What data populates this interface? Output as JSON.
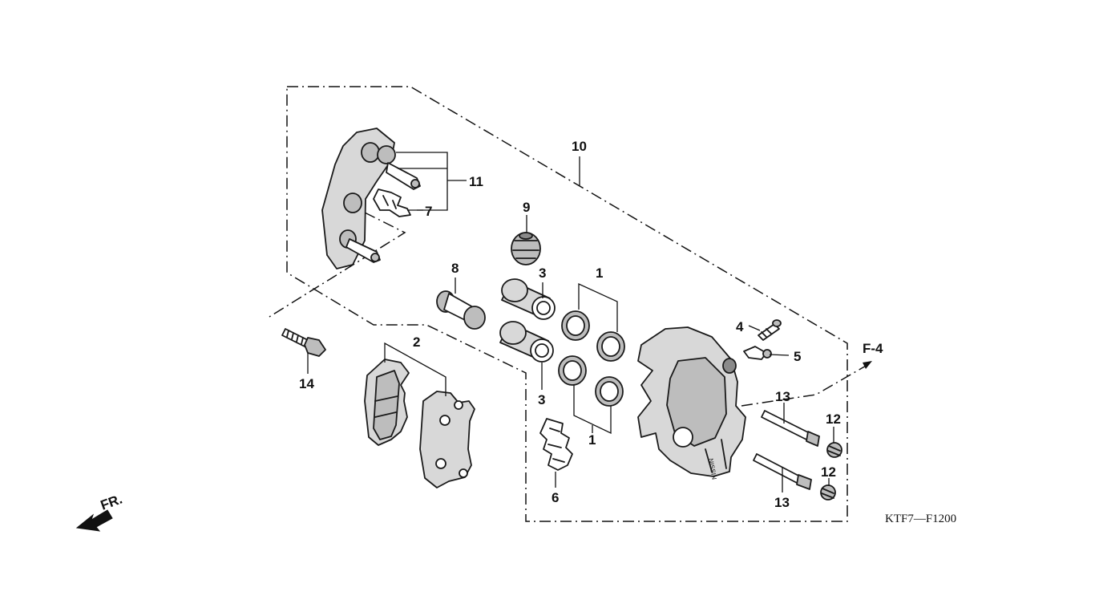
{
  "callouts": {
    "c1a": "1",
    "c1b": "1",
    "c2": "2",
    "c3a": "3",
    "c3b": "3",
    "c4": "4",
    "c5": "5",
    "c6": "6",
    "c7": "7",
    "c8": "8",
    "c9": "9",
    "c10": "10",
    "c11": "11",
    "c12a": "12",
    "c12b": "12",
    "c13a": "13",
    "c13b": "13",
    "c14": "14"
  },
  "reference": "F-4",
  "direction_label": "FR.",
  "diagram_code": "KTF7—F1200",
  "colors": {
    "line": "#1a1a1a",
    "shade": "#bdbdbd",
    "background": "#ffffff"
  }
}
